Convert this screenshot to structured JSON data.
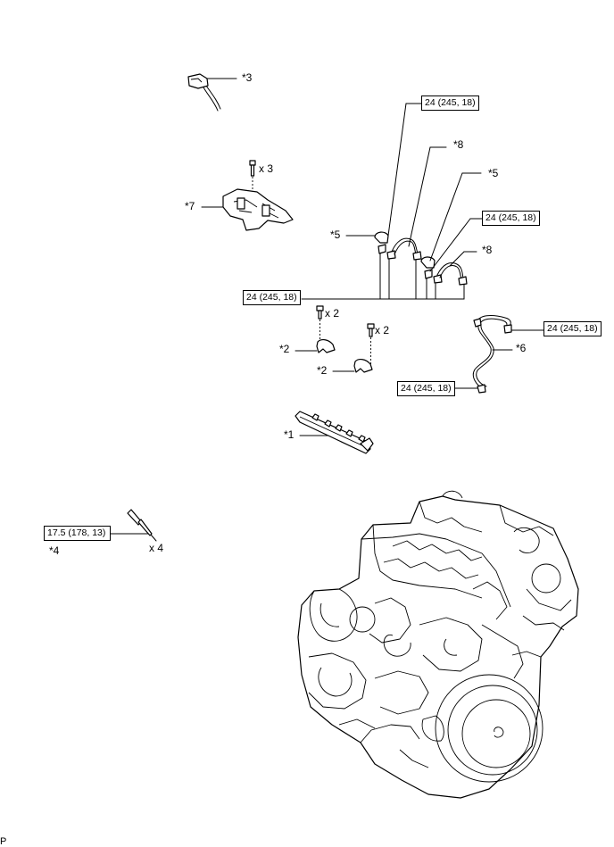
{
  "callouts": {
    "p3": "*3",
    "p7": "*7",
    "p7_qty": "x 3",
    "p5_top": "*5",
    "p5_left": "*5",
    "p8_top": "*8",
    "p8_right": "*8",
    "p2_left": "*2",
    "p2_left_qty": "x 2",
    "p2_right": "*2",
    "p2_right_qty": "x 2",
    "p6": "*6",
    "p1": "*1",
    "p4": "*4",
    "p4_qty": "x 4"
  },
  "torques": {
    "t_top": "24 (245, 18)",
    "t_mid": "24 (245, 18)",
    "t_left": "24 (245, 18)",
    "t_pipe6_right": "24 (245, 18)",
    "t_pipe6_left": "24 (245, 18)",
    "t_glow": "17.5 (178, 13)"
  },
  "footer": "P"
}
